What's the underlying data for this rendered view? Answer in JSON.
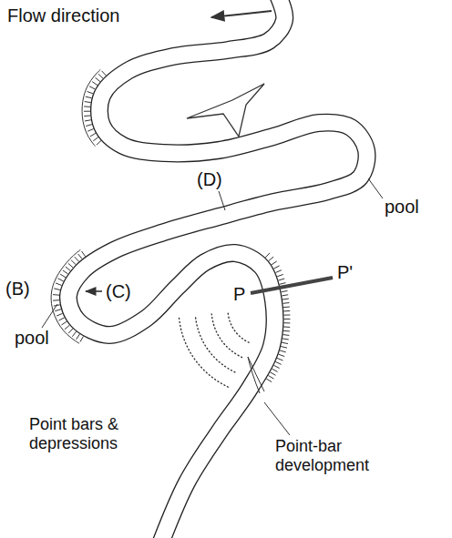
{
  "diagram": {
    "labels": [
      "Flow direction",
      "(D)",
      "pool",
      "(B)",
      "(C)",
      "pool",
      "P",
      "P'",
      "Point bars & depressions",
      "Point-bar development"
    ]
  }
}
